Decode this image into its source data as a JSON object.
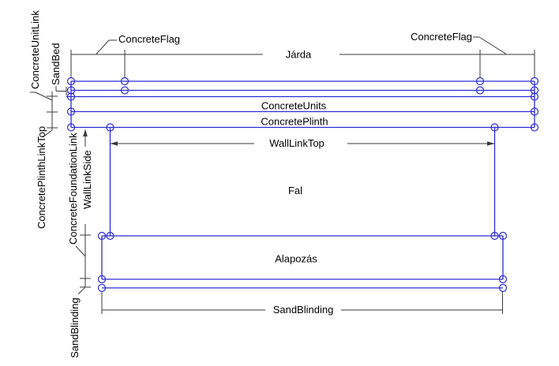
{
  "diagram": {
    "type": "construction-detail-cross-section",
    "colors": {
      "structure": "#2b2bd6",
      "dimension": "#3a3a3a",
      "text": "#000000",
      "background": "#ffffff"
    },
    "labels": {
      "top": {
        "concrete_flag_left": "ConcreteFlag",
        "jarda": "Járda",
        "concrete_flag_right": "ConcreteFlag"
      },
      "layers": {
        "concrete_units": "ConcreteUnits",
        "concrete_plinth": "ConcretePlinth",
        "wall_link_top": "WallLinkTop",
        "fal": "Fal",
        "alapozas": "Alapozás",
        "sand_blinding_bottom": "SandBlinding"
      },
      "left": {
        "concrete_unit_link": "ConcreteUnitLink",
        "sand_bed": "SandBed",
        "concrete_plinth_link_top": "ConcretePlinthLinkTop",
        "concrete_foundation_link": "ConcreteFoundationLink",
        "wall_link_side": "WallLinkSide",
        "sand_blinding_left": "SandBlinding"
      }
    }
  }
}
